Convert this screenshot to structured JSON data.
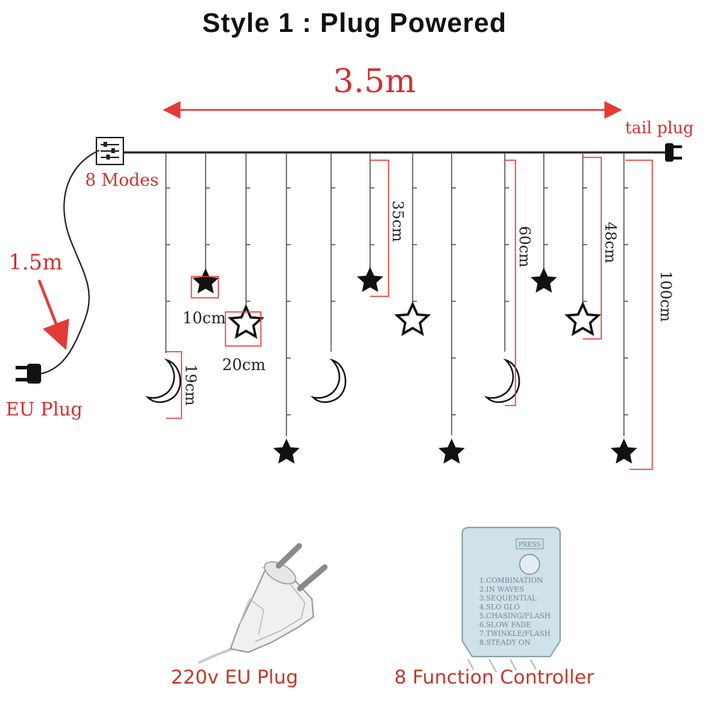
{
  "title": "Style 1 : Plug Powered",
  "colors": {
    "dimension": "#e53935",
    "dimension_text": "#d32f2f",
    "wire": "#333333",
    "caption": "#c0392b"
  },
  "diagram": {
    "total_length": "3.5m",
    "tail_plug_label": "tail plug",
    "modes_label": "8 Modes",
    "lead_length": "1.5m",
    "eu_plug_label": "EU Plug",
    "dim_labels": {
      "width_small_star": "10cm",
      "width_big_star": "20cm",
      "moon_height": "19cm",
      "drop_35": "35cm",
      "drop_60": "60cm",
      "drop_48": "48cm",
      "drop_100": "100cm"
    }
  },
  "photos": {
    "plug_caption": "220v EU Plug",
    "controller_caption": "8 Function Controller",
    "controller_button_label": "PRESS",
    "controller_modes": [
      "1.COMBINATION",
      "2.IN WAVES",
      "3.SEQUENTIAL",
      "4.SLO GLO",
      "5.CHASING/FLASH",
      "6.SLOW FADE",
      "7.TWINKLE/FLASH",
      "8.STEADY ON"
    ]
  }
}
